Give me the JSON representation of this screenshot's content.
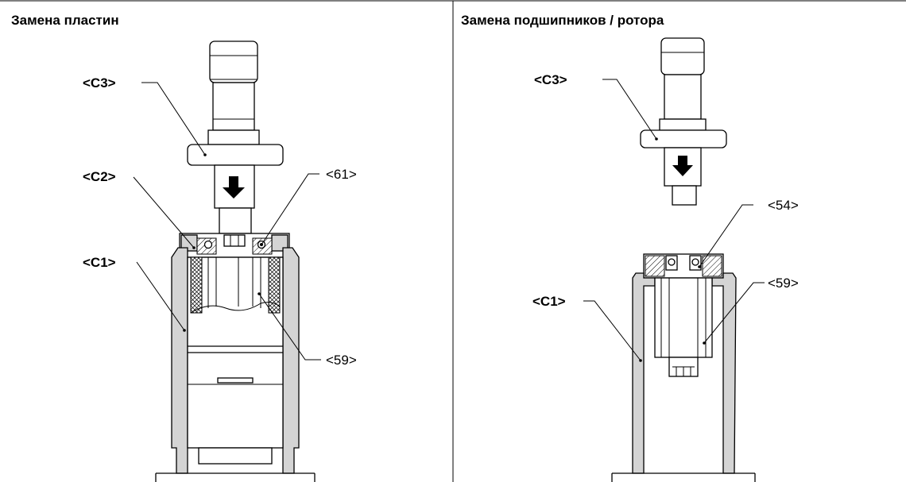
{
  "left_panel": {
    "title": "Замена пластин",
    "labels": {
      "c3": "<C3>",
      "c2": "<C2>",
      "c1": "<C1>",
      "p61": "<61>",
      "p59": "<59>"
    }
  },
  "right_panel": {
    "title": "Замена подшипников / ротора",
    "labels": {
      "c3": "<C3>",
      "c1": "<C1>",
      "p54": "<54>",
      "p59": "<59>"
    }
  },
  "colors": {
    "line": "#000000",
    "grey_fill": "#d4d4d4",
    "background": "#ffffff"
  }
}
